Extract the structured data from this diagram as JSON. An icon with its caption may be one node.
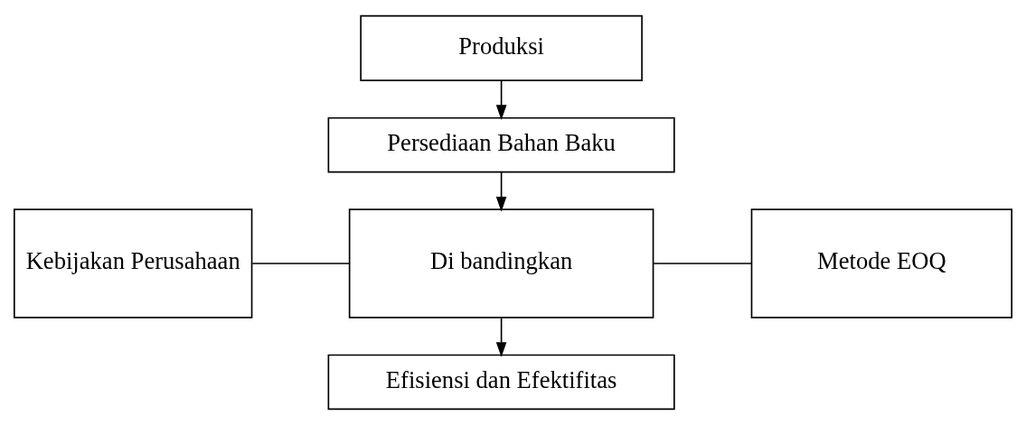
{
  "diagram": {
    "nodes": [
      {
        "text": [
          "Produksi"
        ]
      },
      {
        "text": [
          "Persediaan Bahan Baku"
        ]
      },
      {
        "text": [
          "Kebijakan Perusahaan"
        ]
      },
      {
        "text": [
          "Di bandingkan"
        ]
      },
      {
        "text": [
          "Metode EOQ"
        ]
      },
      {
        "text": [
          "Efisiensi dan Efektifitas"
        ]
      }
    ],
    "edges": [
      {
        "from": 0,
        "to": 1,
        "arrow": "to"
      },
      {
        "from": 1,
        "to": 3,
        "arrow": "to"
      },
      {
        "from": 2,
        "to": 3,
        "arrow": "none"
      },
      {
        "from": 3,
        "to": 4,
        "arrow": "none"
      },
      {
        "from": 3,
        "to": 5,
        "arrow": "to"
      }
    ]
  }
}
